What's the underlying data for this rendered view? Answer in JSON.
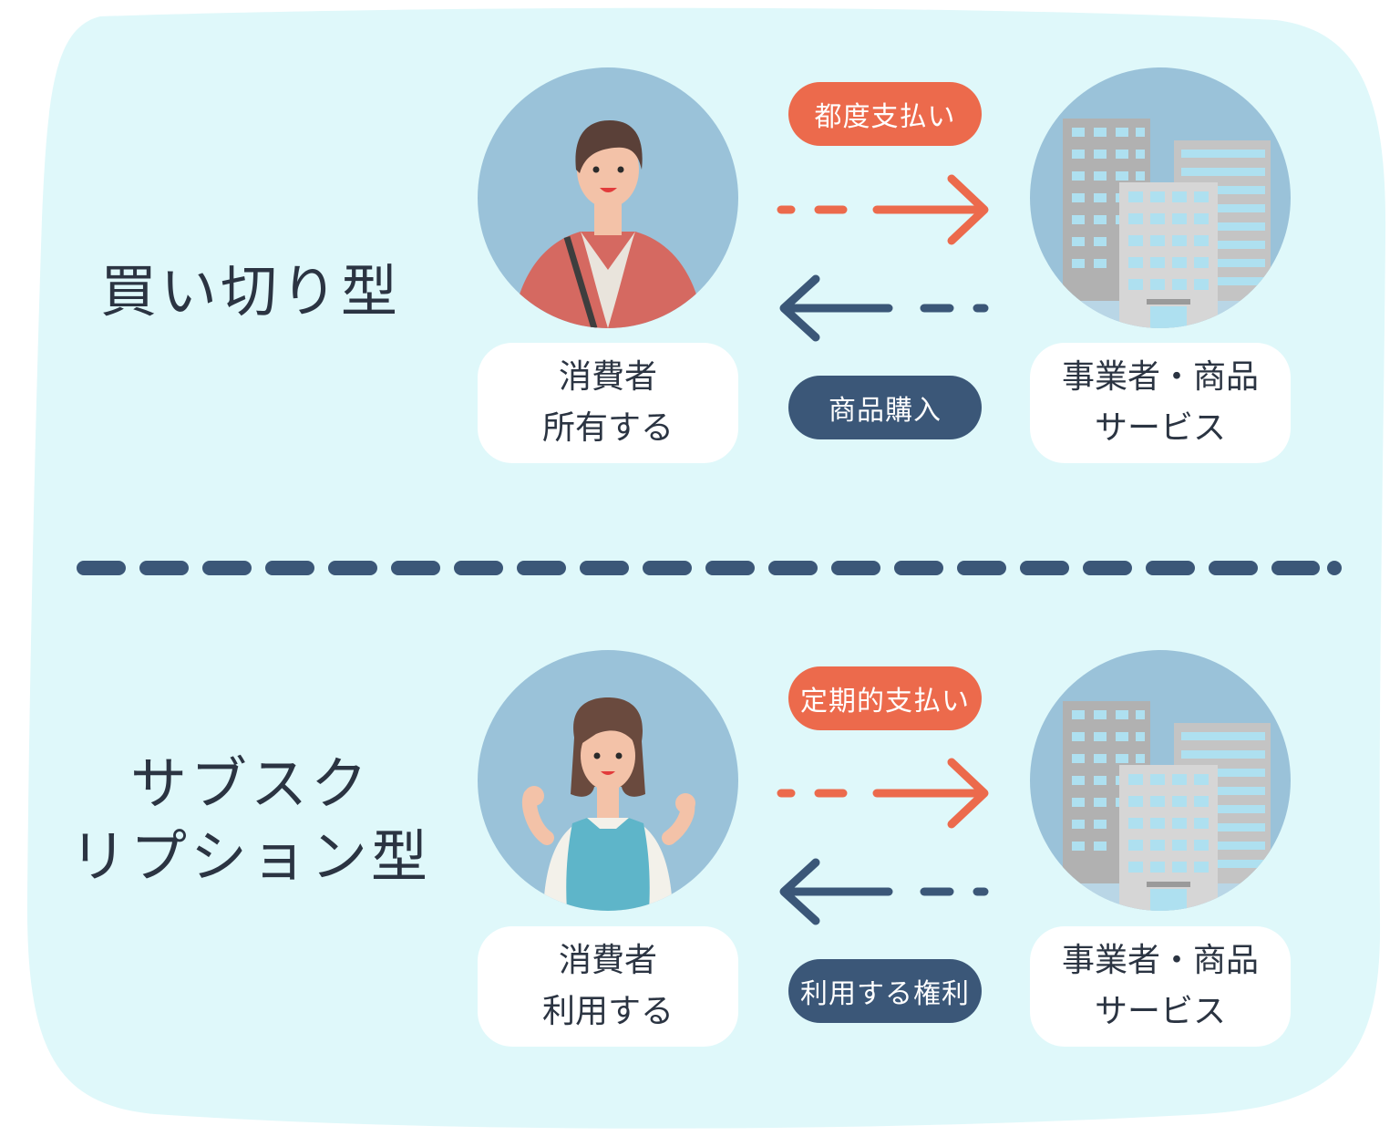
{
  "colors": {
    "background_blob": "#dff8fa",
    "divider": "#3b5778",
    "payment_orange": "#ec6a4c",
    "value_navy": "#3b5778",
    "circle_blue": "#9ac2d9"
  },
  "sections": [
    {
      "title_lines": [
        "買い切り型"
      ],
      "consumer_icon": "man-with-shoulder-bag-icon",
      "consumer_label": [
        "消費者",
        "所有する"
      ],
      "business_icon": "office-buildings-icon",
      "business_label": [
        "事業者・商品",
        "サービス"
      ],
      "payment_label": "都度支払い",
      "value_label": "商品購入"
    },
    {
      "title_lines": [
        "サブスク",
        "リプション型"
      ],
      "consumer_icon": "woman-in-apron-icon",
      "consumer_label": [
        "消費者",
        "利用する"
      ],
      "business_icon": "office-buildings-icon",
      "business_label": [
        "事業者・商品",
        "サービス"
      ],
      "payment_label": "定期的支払い",
      "value_label": "利用する権利"
    }
  ]
}
